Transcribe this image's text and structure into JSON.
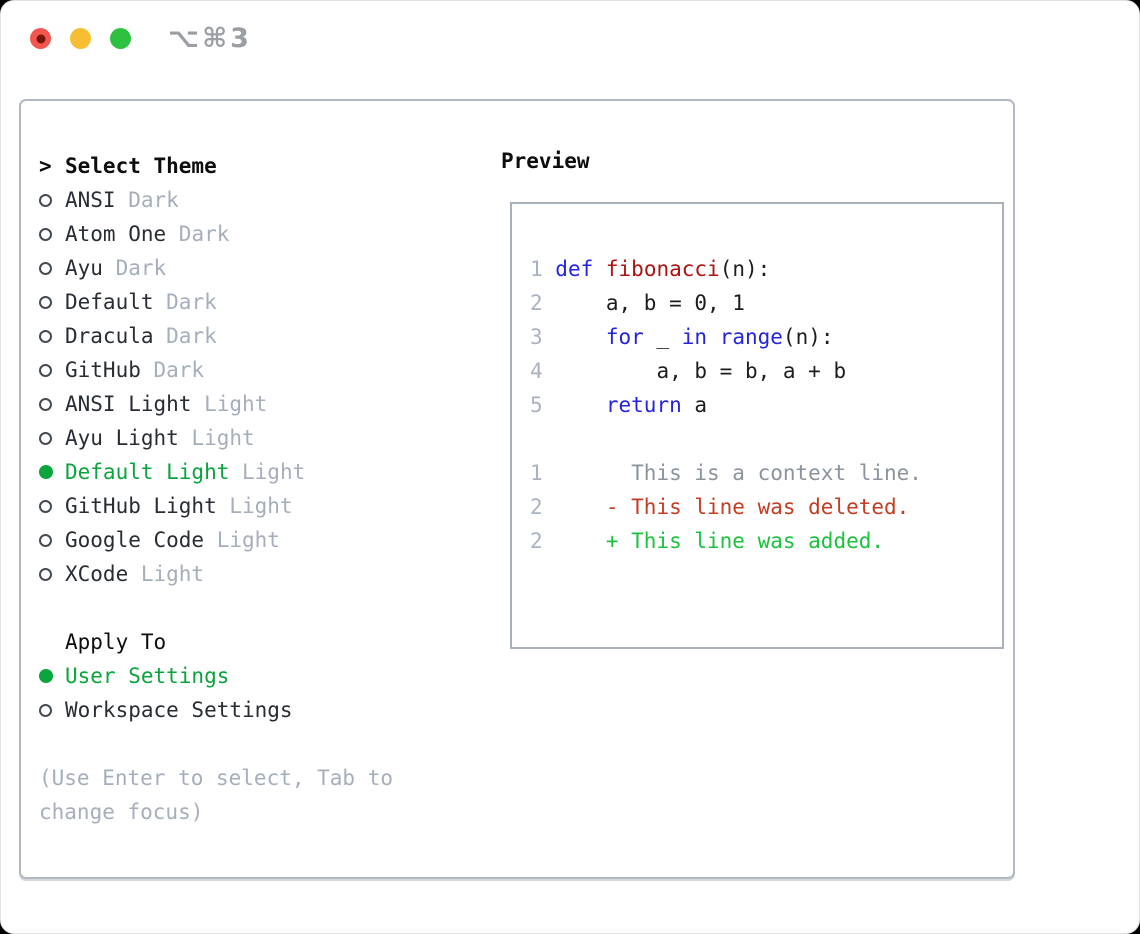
{
  "window": {
    "title": "⌥⌘3",
    "traffic_lights": [
      {
        "name": "close",
        "color": "#f3564e",
        "dot": "#77150f"
      },
      {
        "name": "minimize",
        "color": "#f7bd33",
        "dot": ""
      },
      {
        "name": "zoom",
        "color": "#2ec13f",
        "dot": ""
      }
    ]
  },
  "theme_panel": {
    "header_marker": ">",
    "header": "Select Theme",
    "themes": [
      {
        "name": "ANSI",
        "variant": "Dark",
        "selected": false
      },
      {
        "name": "Atom One",
        "variant": "Dark",
        "selected": false
      },
      {
        "name": "Ayu",
        "variant": "Dark",
        "selected": false
      },
      {
        "name": "Default",
        "variant": "Dark",
        "selected": false
      },
      {
        "name": "Dracula",
        "variant": "Dark",
        "selected": false
      },
      {
        "name": "GitHub",
        "variant": "Dark",
        "selected": false
      },
      {
        "name": "ANSI Light",
        "variant": "Light",
        "selected": false
      },
      {
        "name": "Ayu Light",
        "variant": "Light",
        "selected": false
      },
      {
        "name": "Default Light",
        "variant": "Light",
        "selected": true
      },
      {
        "name": "GitHub Light",
        "variant": "Light",
        "selected": false
      },
      {
        "name": "Google Code",
        "variant": "Light",
        "selected": false
      },
      {
        "name": "XCode",
        "variant": "Light",
        "selected": false
      }
    ],
    "apply_header": "Apply To",
    "apply_options": [
      {
        "name": "User Settings",
        "selected": true
      },
      {
        "name": "Workspace Settings",
        "selected": false
      }
    ],
    "help_lines": [
      "(Use Enter to select, Tab to",
      "change focus)"
    ]
  },
  "preview": {
    "header": "Preview",
    "lines": [
      {
        "num": "1",
        "segments": [
          [
            "def",
            "kw"
          ],
          [
            " ",
            "plain"
          ],
          [
            "fibonacci",
            "fn"
          ],
          [
            "(n):",
            "plain"
          ]
        ]
      },
      {
        "num": "2",
        "segments": [
          [
            "    a, b = 0, 1",
            "plain"
          ]
        ]
      },
      {
        "num": "3",
        "segments": [
          [
            "    ",
            "plain"
          ],
          [
            "for",
            "kw"
          ],
          [
            " _ ",
            "plain"
          ],
          [
            "in",
            "kw"
          ],
          [
            " ",
            "plain"
          ],
          [
            "range",
            "kw"
          ],
          [
            "(n):",
            "plain"
          ]
        ]
      },
      {
        "num": "4",
        "segments": [
          [
            "        a, b = b, a + b",
            "plain"
          ]
        ]
      },
      {
        "num": "5",
        "segments": [
          [
            "    ",
            "plain"
          ],
          [
            "return",
            "kw"
          ],
          [
            " a",
            "plain"
          ]
        ]
      },
      {
        "num": "",
        "segments": []
      },
      {
        "num": "1",
        "segments": [
          [
            "      This is a context line.",
            "ctx"
          ]
        ]
      },
      {
        "num": "2",
        "segments": [
          [
            "    - This line was deleted.",
            "del"
          ]
        ]
      },
      {
        "num": "2",
        "segments": [
          [
            "    + This line was added.",
            "add"
          ]
        ]
      }
    ]
  },
  "colors": {
    "header_text": "#0d0d0d",
    "item_text": "#282d34",
    "muted": "#a6aebb",
    "radio_stroke": "#454b53",
    "selected_green": "#0aa43c",
    "panel_border": "#b2b9c3",
    "preview_border": "#a9b0ba",
    "title_gray": "#9b9fa4",
    "num": "#a9b2c0",
    "kw": "#2424e0",
    "fn": "#ac1313",
    "plain": "#1d1d1d",
    "ctx": "#8b939d",
    "del": "#c43d23",
    "add": "#1cc23d"
  }
}
